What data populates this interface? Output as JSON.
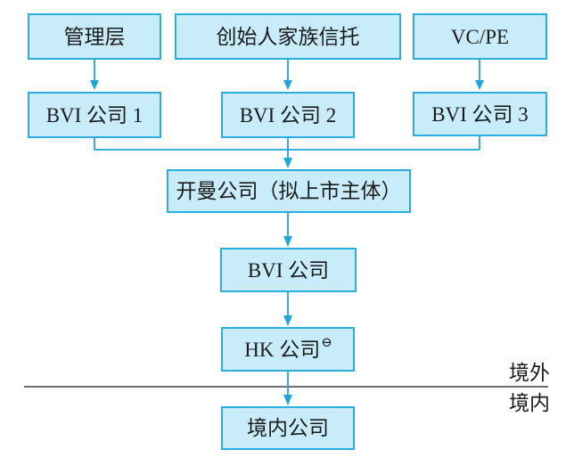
{
  "colors": {
    "box_fill": "#c8ecf9",
    "box_border": "#2aaedd",
    "arrow": "#1ba6e0",
    "divider": "#404040",
    "text": "#1b1b1b"
  },
  "nodes": {
    "management": {
      "label": "管理层"
    },
    "founder_trust": {
      "label": "创始人家族信托"
    },
    "vc_pe": {
      "label": "VC/PE"
    },
    "bvi1": {
      "label": "BVI 公司 1"
    },
    "bvi2": {
      "label": "BVI 公司 2"
    },
    "bvi3": {
      "label": "BVI 公司 3"
    },
    "cayman": {
      "label": "开曼公司（拟上市主体）"
    },
    "bvi_mid": {
      "label": "BVI 公司"
    },
    "hk": {
      "label": "HK 公司",
      "footnote_marker": "⊖"
    },
    "domestic": {
      "label": "境内公司"
    }
  },
  "region_divider": {
    "offshore_label": "境外",
    "onshore_label": "境内"
  }
}
